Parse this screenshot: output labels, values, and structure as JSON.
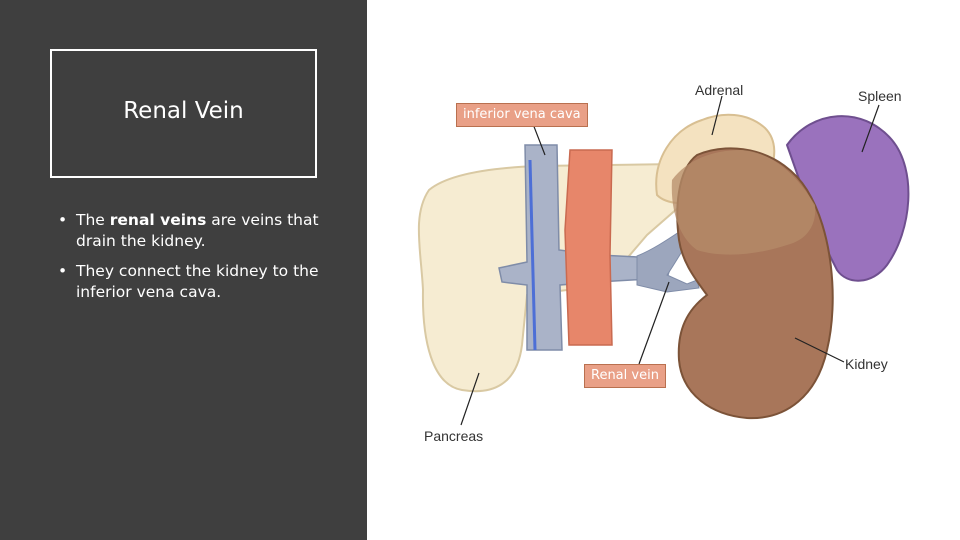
{
  "slide": {
    "title": "Renal Vein",
    "bullets": [
      {
        "lead": "The ",
        "bold": "renal veins",
        "tail": " are veins that drain the kidney."
      },
      {
        "lead": "They connect the kidney to the inferior vena cava.",
        "bold": "",
        "tail": ""
      }
    ]
  },
  "diagram": {
    "callouts": {
      "ivc": "inferior vena cava",
      "renal_vein": "Renal vein"
    },
    "labels": {
      "adrenal": "Adrenal",
      "spleen": "Spleen",
      "kidney": "Kidney",
      "pancreas": "Pancreas"
    }
  },
  "colors": {
    "panel_bg": "#3f3f3f",
    "callout_bg": "#e9a087",
    "pancreas": "#f6ecd2",
    "kidney": "#a8765a",
    "spleen": "#9a72bd",
    "adrenal": "#f4e2c0",
    "vena_cava": "#a9b3c9",
    "aorta": "#e7866a"
  }
}
